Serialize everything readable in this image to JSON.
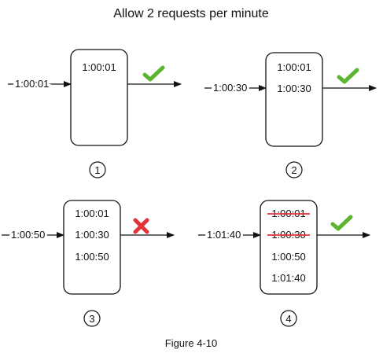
{
  "title": "Allow 2 requests per minute",
  "caption": "Figure 4-10",
  "colors": {
    "accept": "#5cb531",
    "reject": "#e0343a",
    "strike": "#e0343a",
    "ink": "#111111"
  },
  "panels": [
    {
      "number": "1",
      "incoming": "1:00:01",
      "entries": [
        {
          "text": "1:00:01",
          "struck": false
        }
      ],
      "result": "accept",
      "result_icon": "checkmark-icon"
    },
    {
      "number": "2",
      "incoming": "1:00:30",
      "entries": [
        {
          "text": "1:00:01",
          "struck": false
        },
        {
          "text": "1:00:30",
          "struck": false
        }
      ],
      "result": "accept",
      "result_icon": "checkmark-icon"
    },
    {
      "number": "3",
      "incoming": "1:00:50",
      "entries": [
        {
          "text": "1:00:01",
          "struck": false
        },
        {
          "text": "1:00:30",
          "struck": false
        },
        {
          "text": "1:00:50",
          "struck": false
        }
      ],
      "result": "reject",
      "result_icon": "cross-icon"
    },
    {
      "number": "4",
      "incoming": "1:01:40",
      "entries": [
        {
          "text": "1:00:01",
          "struck": true
        },
        {
          "text": "1:00:30",
          "struck": true
        },
        {
          "text": "1:00:50",
          "struck": false
        },
        {
          "text": "1:01:40",
          "struck": false
        }
      ],
      "result": "accept",
      "result_icon": "checkmark-icon"
    }
  ]
}
